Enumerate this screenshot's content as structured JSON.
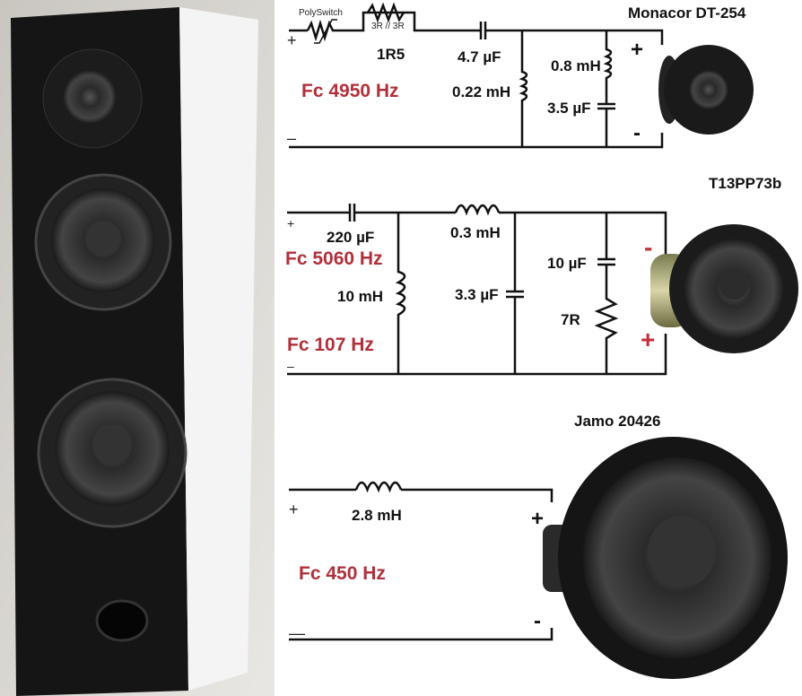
{
  "tweeter": {
    "title": "Monacor DT-254",
    "polyswitch": "PolySwitch",
    "resistor_pair": "3R // 3R",
    "resistor_total": "1R5",
    "series_cap": "4.7 µF",
    "shunt_inductor": "0.22 mH",
    "notch_inductor": "0.8 mH",
    "notch_cap": "3.5 µF",
    "fc": "Fc 4950 Hz",
    "in_plus": "+",
    "in_minus": "–",
    "spk_plus": "+",
    "spk_minus": "-"
  },
  "midrange": {
    "title": "T13PP73b",
    "series_cap": "220 µF",
    "fc_high": "Fc 5060 Hz",
    "shunt_inductor": "10 mH",
    "fc_low": "Fc 107 Hz",
    "series_inductor": "0.3 mH",
    "shunt_cap": "3.3 µF",
    "zobel_cap": "10 µF",
    "zobel_res": "7R",
    "in_plus": "+",
    "in_minus": "–",
    "spk_minus": "-",
    "spk_plus": "+"
  },
  "woofer": {
    "title": "Jamo 20426",
    "series_inductor": "2.8 mH",
    "fc": "Fc 450 Hz",
    "in_plus": "+",
    "in_minus": "—",
    "spk_plus": "+",
    "spk_minus": "-"
  },
  "colors": {
    "fc_red": "#b0303a",
    "wire": "#111111"
  }
}
